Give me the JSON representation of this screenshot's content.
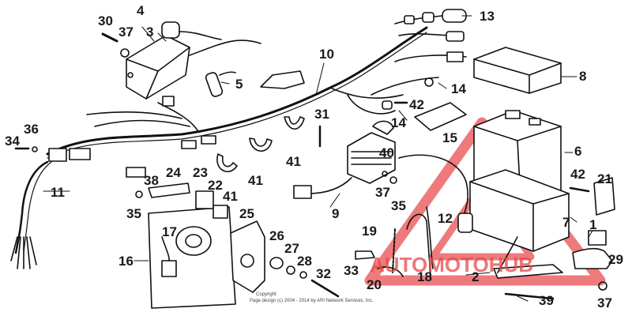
{
  "labels": {
    "l1": "1",
    "l2": "2",
    "l3": "3",
    "l4": "4",
    "l5": "5",
    "l6": "6",
    "l7": "7",
    "l8": "8",
    "l9": "9",
    "l10": "10",
    "l11": "11",
    "l12": "12",
    "l13": "13",
    "l14a": "14",
    "l14b": "14",
    "l15": "15",
    "l16": "16",
    "l17": "17",
    "l18": "18",
    "l19": "19",
    "l20": "20",
    "l21": "21",
    "l22": "22",
    "l23": "23",
    "l24": "24",
    "l25": "25",
    "l26": "26",
    "l27": "27",
    "l28": "28",
    "l29": "29",
    "l30": "30",
    "l31": "31",
    "l32": "32",
    "l33": "33",
    "l34": "34",
    "l35a": "35",
    "l35b": "35",
    "l36": "36",
    "l37a": "37",
    "l37b": "37",
    "l37c": "37",
    "l38": "38",
    "l39": "39",
    "l40": "40",
    "l41a": "41",
    "l41b": "41",
    "l41c": "41",
    "l42a": "42",
    "l42b": "42"
  },
  "copyright_line1": "Copyright",
  "copyright_line2": "Page design (c) 2004 - 2014 by ARI Network Services, Inc.",
  "watermark": {
    "text": "AUTOMOTOHUB",
    "color": "#e8474a"
  }
}
